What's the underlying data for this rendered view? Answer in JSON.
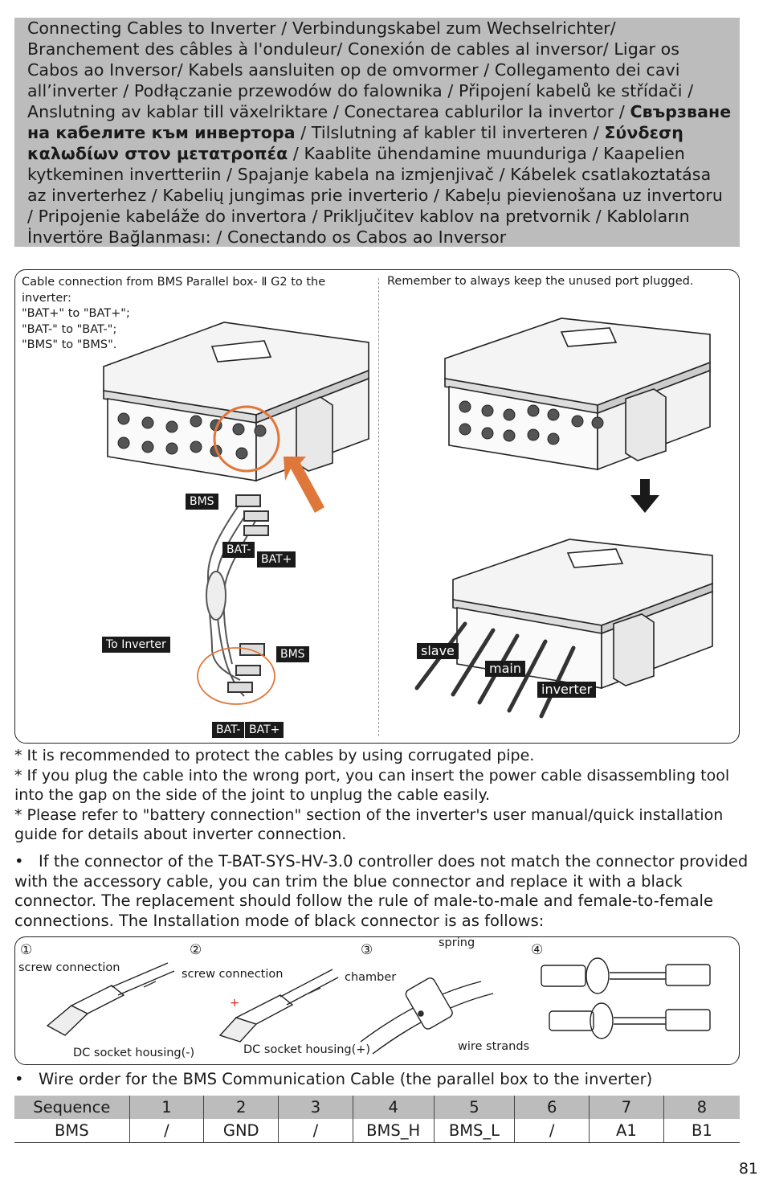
{
  "header": {
    "segments": [
      {
        "text": "Connecting Cables to Inverter / Verbindungskabel zum Wechselrichter/ Branchement des câbles à l'onduleur/ Conexión de cables al inversor/ Ligar os Cabos ao Inversor/ Kabels aansluiten op de omvormer / Collegamento dei cavi all’inverter / Podłączanie przewodów do falownika / Připojení kabelů ke střídači / Anslutning av kablar till växelriktare / Conectarea cablurilor la invertor / ",
        "bold": false
      },
      {
        "text": "Свързване на кабелите към инвертора",
        "bold": true
      },
      {
        "text": " / Tilslutning af kabler til inverteren / ",
        "bold": false
      },
      {
        "text": "Σύνδεση καλωδίων στον μετατροπέα",
        "bold": true
      },
      {
        "text": " / Kaablite ühendamine muunduriga / Kaapelien kytkeminen invertteriin / Spajanje kabela na izmjenjivač / Kábelek csatlakoztatása az inverterhez / Kabelių jungimas prie inverterio / Kabeļu pievienošana uz invertoru / Pripojenie kabeláže do invertora / Priključitev kablov na pretvornik / Kabloların İnvertöre Bağlanması: / Conectando os Cabos ao Inversor",
        "bold": false
      }
    ]
  },
  "panel": {
    "left_caption": [
      "Cable connection from BMS Parallel box- Ⅱ G2 to the inverter:",
      "\"BAT+\" to \"BAT+\";",
      "\"BAT-\" to \"BAT-\";",
      "\"BMS\" to \"BMS\"."
    ],
    "right_caption": "Remember to always keep the unused port plugged.",
    "tags": {
      "bms_top": "BMS",
      "bat_minus_top": "BAT-",
      "bat_plus_top": "BAT+",
      "to_inverter": "To Inverter",
      "bms_bottom": "BMS",
      "bat_minus_bottom": "BAT-",
      "bat_plus_bottom": "BAT+",
      "slave": "slave",
      "main": "main",
      "inverter": "inverter"
    },
    "box_labels": {
      "slave": "Slave",
      "main": "Main",
      "inverter": "Inverter"
    }
  },
  "notes": [
    "* It is recommended to protect the cables by using corrugated pipe.",
    "* If you plug the cable into the wrong port, you can insert the power cable disassembling tool  into the gap on the side of the joint to unplug the cable easily.",
    "* Please refer to \"battery connection\" section of the inverter's user manual/quick installation guide for details about inverter connection."
  ],
  "bullet_connector": "If the connector of the T-BAT-SYS-HV-3.0 controller does not match the connector provided with the accessory cable, you can trim the blue connector and replace it with a black connector. The replacement should follow the rule of male-to-male and female-to-female connections.  The Installation mode of black connector is as follows:",
  "steps": {
    "numbers": [
      "①",
      "②",
      "③",
      "④"
    ],
    "screw_connection_1": "screw connection",
    "dc_socket_minus": "DC socket housing(-)",
    "screw_connection_2": "screw connection",
    "dc_socket_plus": "DC socket housing(+)",
    "plus_sign": "+",
    "spring": "spring",
    "chamber": "chamber",
    "wire_strands": "wire strands"
  },
  "bullet_wire_order": "Wire order for the BMS Communication Cable (the parallel box to the inverter)",
  "wire_table": {
    "header": [
      "Sequence",
      "1",
      "2",
      "3",
      "4",
      "5",
      "6",
      "7",
      "8"
    ],
    "row": [
      "BMS",
      "/",
      "GND",
      "/",
      "BMS_H",
      "BMS_L",
      "/",
      "A1",
      "B1"
    ]
  },
  "page_number": "81",
  "colors": {
    "header_bg": "#bcbcbc",
    "highlight": "#e0773a",
    "table_header_bg": "#bcbcbc"
  }
}
